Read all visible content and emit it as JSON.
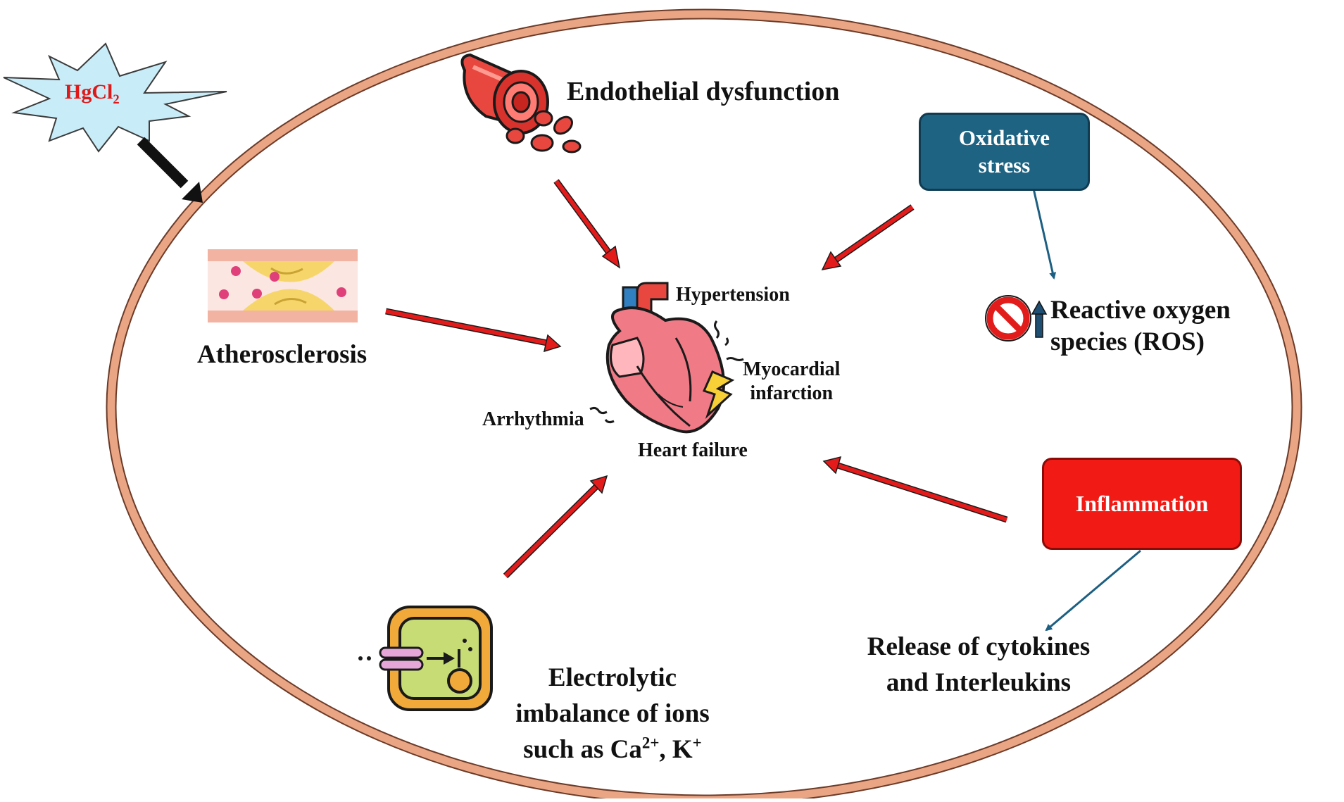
{
  "trigger": {
    "chemical": "HgCl",
    "subscript": "2"
  },
  "nodes": {
    "endothelial": "Endothelial dysfunction",
    "oxidative": {
      "line1": "Oxidative",
      "line2": "stress"
    },
    "ros": {
      "line1": "Reactive oxygen",
      "line2": "species (ROS)"
    },
    "atherosclerosis": "Atherosclerosis",
    "inflammation": "Inflammation",
    "cytokines": {
      "line1": "Release of cytokines",
      "line2": "and Interleukins"
    },
    "electrolytic": {
      "line1": "Electrolytic",
      "line2": "imbalance of ions",
      "line3_prefix": "such as Ca",
      "ca_charge": "2+",
      "line3_mid": ", K",
      "k_charge": "+"
    }
  },
  "heart_effects": {
    "hypertension": "Hypertension",
    "myocardial": {
      "line1": "Myocardial",
      "line2": "infarction"
    },
    "arrhythmia": "Arrhythmia",
    "heart_failure": "Heart failure"
  },
  "colors": {
    "cell_border": "#e8a07e",
    "cell_border_dark": "#7a4a35",
    "arrow_red": "#e41b1b",
    "arrow_blue": "#1d5f82",
    "oxidative_box": "#1e6382",
    "inflammation_box": "#f21a14",
    "burst_fill": "#c8ecf8",
    "chemical_text": "#e01818"
  }
}
